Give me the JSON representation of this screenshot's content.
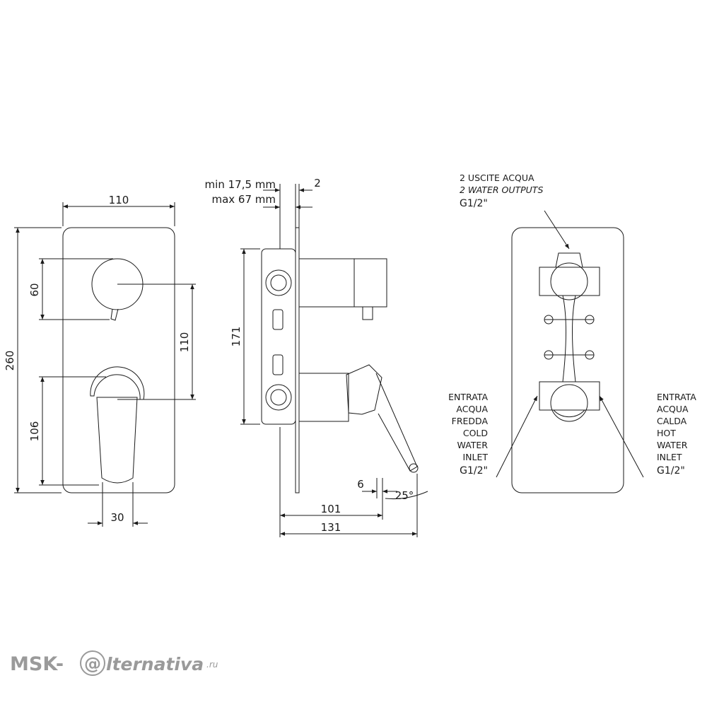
{
  "front_view": {
    "width": "110",
    "height": "260",
    "diverter_height": "60",
    "center_distance": "110",
    "lever_height": "106",
    "lever_width": "30"
  },
  "side_view": {
    "wall_min": "min 17,5 mm",
    "wall_max": "max 67 mm",
    "plate_thickness": "2",
    "body_height": "171",
    "lever_offset": "6",
    "lever_angle": "25°",
    "depth_plate": "101",
    "depth_total": "131"
  },
  "back_view": {
    "outputs": [
      "2 USCITE ACQUA",
      "2 WATER OUTPUTS",
      "G1/2\""
    ],
    "cold_inlet": [
      "ENTRATA",
      "ACQUA",
      "FREDDA",
      "COLD",
      "WATER",
      "INLET",
      "G1/2\""
    ],
    "hot_inlet": [
      "ENTRATA",
      "ACQUA",
      "CALDA",
      "HOT",
      "WATER",
      "INLET",
      "G1/2\""
    ]
  },
  "watermark": {
    "prefix": "MSK-",
    "at": "@",
    "suffix": "lternativa",
    "domain": ".ru"
  }
}
